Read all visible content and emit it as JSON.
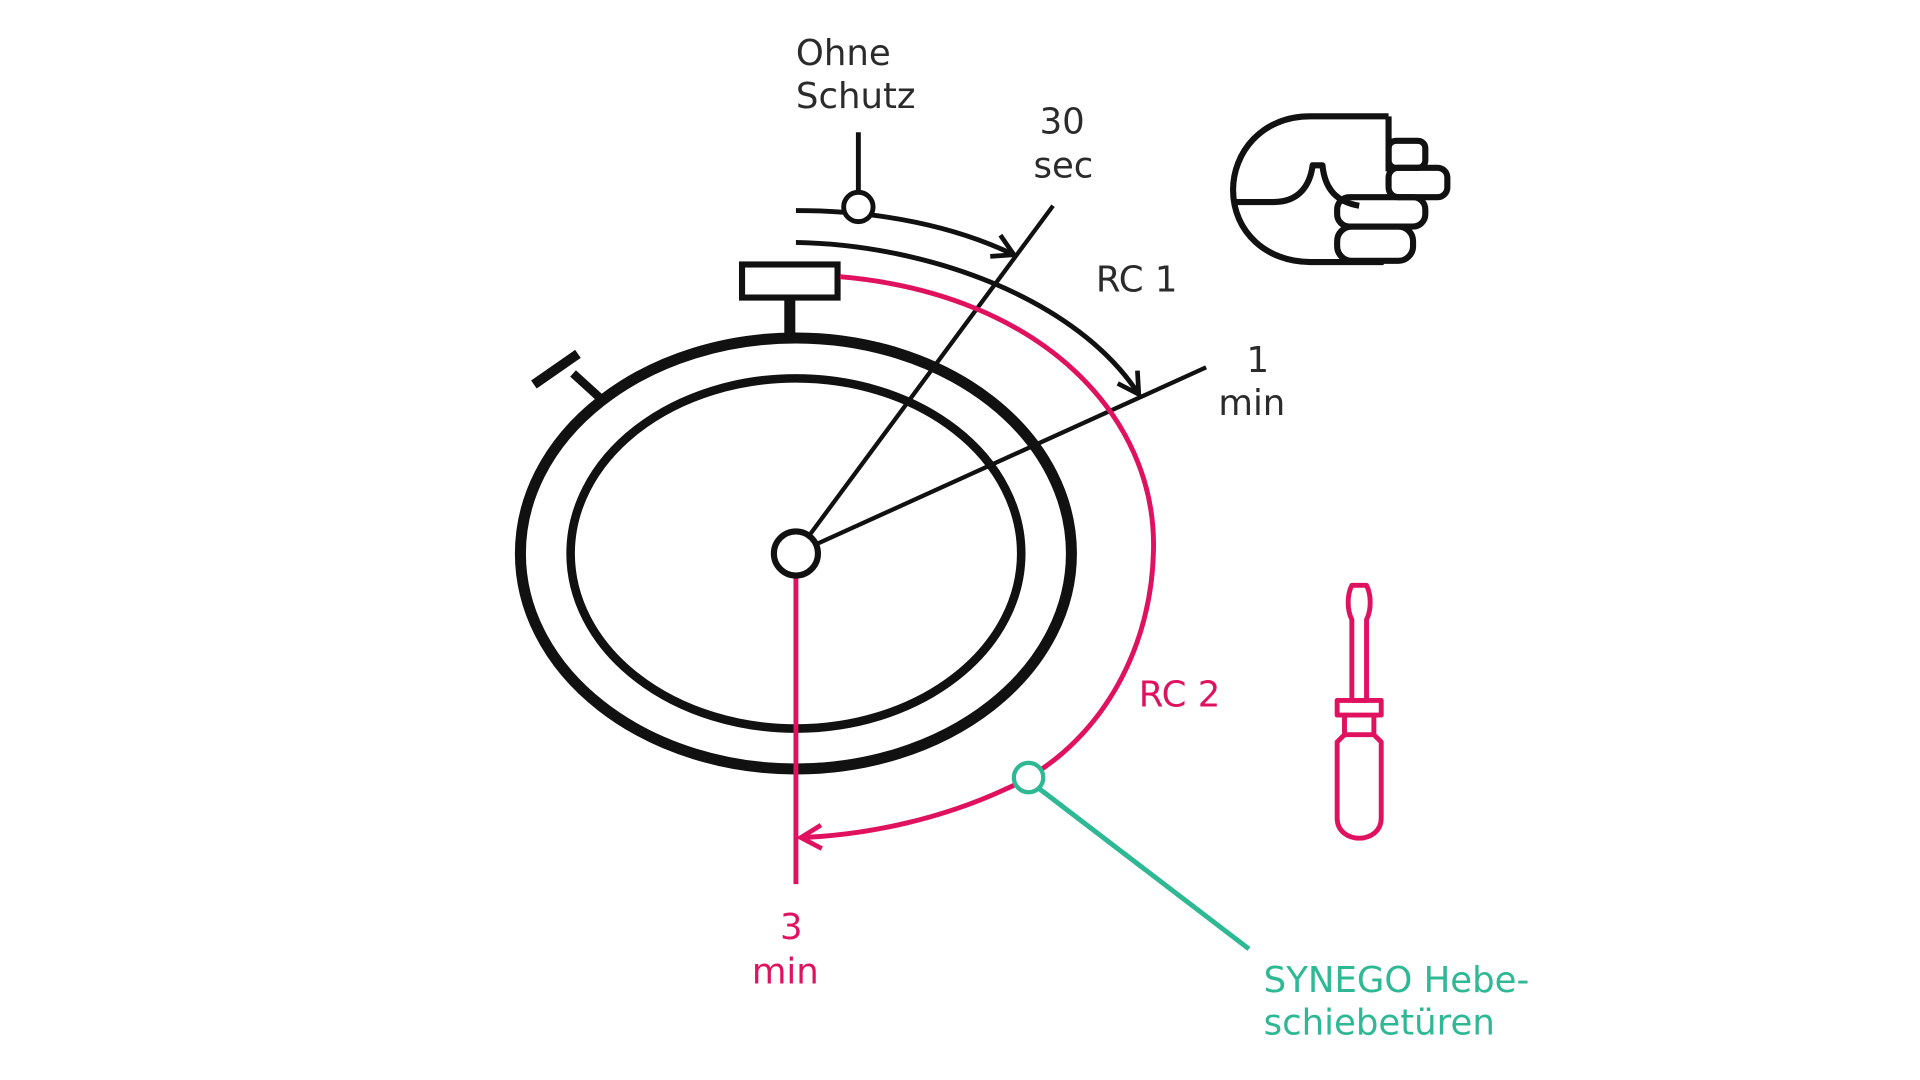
{
  "labels": {
    "ohne_line1": "Ohne",
    "ohne_line2": "Schutz",
    "sec_value": "30",
    "sec_unit": "sec",
    "rc1": "RC 1",
    "min1_value": "1",
    "min1_unit": "min",
    "rc2": "RC 2",
    "min3_value": "3",
    "min3_unit": "min",
    "synego_line1": "SYNEGO Hebe-",
    "synego_line2": "schiebetüren"
  },
  "icons": [
    "stopwatch-icon",
    "fist-icon",
    "screwdriver-icon"
  ],
  "colors": {
    "black": "#111111",
    "red": "#e0115f",
    "green": "#2fb894",
    "text": "#2b2b2b"
  }
}
